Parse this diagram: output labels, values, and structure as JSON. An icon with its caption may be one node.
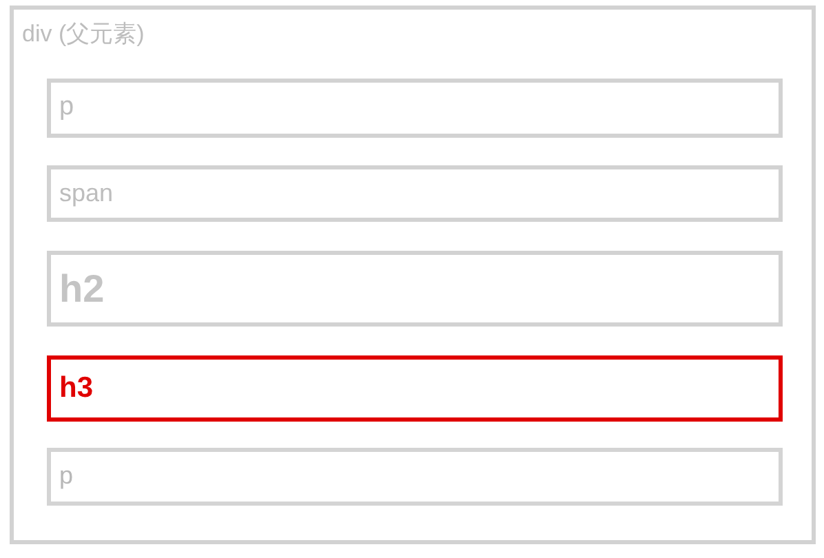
{
  "diagram": {
    "nodes": [
      {
        "text": [
          "div (父元素)"
        ]
      },
      {
        "text": [
          "p"
        ],
        "in": 0
      },
      {
        "text": [
          "span"
        ],
        "in": 0
      },
      {
        "text": [
          "h2"
        ],
        "in": 0
      },
      {
        "text": [
          "h3"
        ],
        "in": 0
      },
      {
        "text": [
          "p"
        ],
        "in": 0
      }
    ]
  }
}
